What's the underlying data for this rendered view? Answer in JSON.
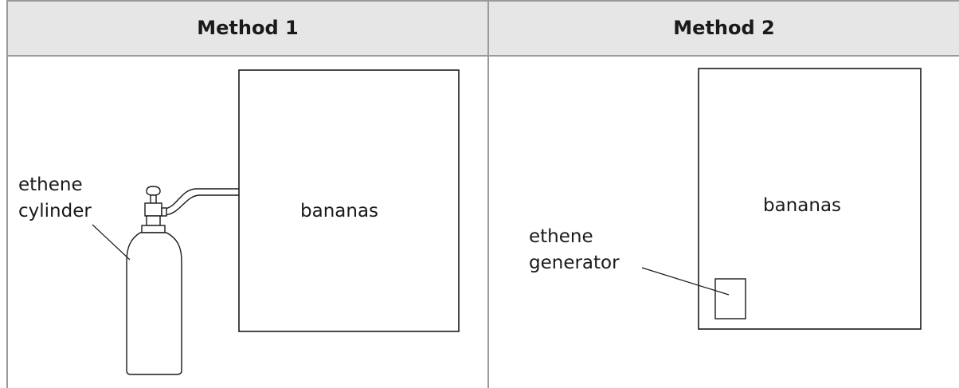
{
  "table": {
    "headers": [
      "Method 1",
      "Method 2"
    ]
  },
  "method1": {
    "cylinder_label_line1": "ethene",
    "cylinder_label_line2": "cylinder",
    "box_label": "bananas"
  },
  "method2": {
    "generator_label_line1": "ethene",
    "generator_label_line2": "generator",
    "box_label": "bananas"
  }
}
